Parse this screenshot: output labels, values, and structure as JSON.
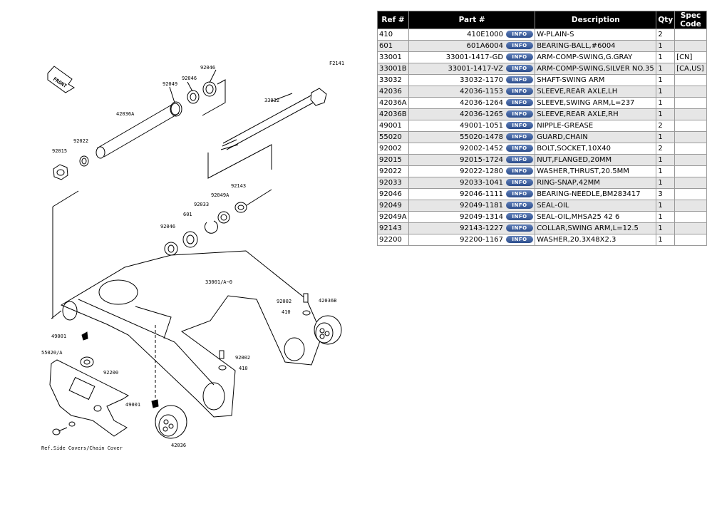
{
  "diagram": {
    "figure_code": "F2141",
    "front_label": "FRONT",
    "footer_note": "Ref.Side Covers/Chain Cover",
    "callouts": {
      "c92046_top": "92046",
      "c92049_top": "92049",
      "c92046_b": "92046",
      "c33032": "33032",
      "c42036A": "42036A",
      "c92022": "92022",
      "c92015": "92015",
      "c92143": "92143",
      "c92049A": "92049A",
      "c92033": "92033",
      "c601": "601",
      "c92046_mid": "92046",
      "c33001": "33001/A~0",
      "c92002_r": "92002",
      "c410_r": "410",
      "c42036B": "42036B",
      "c49001_l": "49001",
      "c55020": "55020/A",
      "c92200": "92200",
      "c92002_c": "92002",
      "c410_c": "410",
      "c49001_b": "49001",
      "c42036": "42036"
    }
  },
  "table": {
    "headers": {
      "ref": "Ref #",
      "part": "Part #",
      "desc": "Description",
      "qty": "Qty",
      "spec": "Spec Code"
    },
    "info_label": "INFO",
    "rows": [
      {
        "ref": "410",
        "part": "410E1000",
        "desc": "W-PLAIN-S",
        "qty": "2",
        "spec": ""
      },
      {
        "ref": "601",
        "part": "601A6004",
        "desc": "BEARING-BALL,#6004",
        "qty": "1",
        "spec": ""
      },
      {
        "ref": "33001",
        "part": "33001-1417-GD",
        "desc": "ARM-COMP-SWING,G.GRAY",
        "qty": "1",
        "spec": "[CN]"
      },
      {
        "ref": "33001B",
        "part": "33001-1417-VZ",
        "desc": "ARM-COMP-SWING,SILVER NO.35",
        "qty": "1",
        "spec": "[CA,US]"
      },
      {
        "ref": "33032",
        "part": "33032-1170",
        "desc": "SHAFT-SWING ARM",
        "qty": "1",
        "spec": ""
      },
      {
        "ref": "42036",
        "part": "42036-1153",
        "desc": "SLEEVE,REAR AXLE,LH",
        "qty": "1",
        "spec": ""
      },
      {
        "ref": "42036A",
        "part": "42036-1264",
        "desc": "SLEEVE,SWING ARM,L=237",
        "qty": "1",
        "spec": ""
      },
      {
        "ref": "42036B",
        "part": "42036-1265",
        "desc": "SLEEVE,REAR AXLE,RH",
        "qty": "1",
        "spec": ""
      },
      {
        "ref": "49001",
        "part": "49001-1051",
        "desc": "NIPPLE-GREASE",
        "qty": "2",
        "spec": ""
      },
      {
        "ref": "55020",
        "part": "55020-1478",
        "desc": "GUARD,CHAIN",
        "qty": "1",
        "spec": ""
      },
      {
        "ref": "92002",
        "part": "92002-1452",
        "desc": "BOLT,SOCKET,10X40",
        "qty": "2",
        "spec": ""
      },
      {
        "ref": "92015",
        "part": "92015-1724",
        "desc": "NUT,FLANGED,20MM",
        "qty": "1",
        "spec": ""
      },
      {
        "ref": "92022",
        "part": "92022-1280",
        "desc": "WASHER,THRUST,20.5MM",
        "qty": "1",
        "spec": ""
      },
      {
        "ref": "92033",
        "part": "92033-1041",
        "desc": "RING-SNAP,42MM",
        "qty": "1",
        "spec": ""
      },
      {
        "ref": "92046",
        "part": "92046-1111",
        "desc": "BEARING-NEEDLE,BM283417",
        "qty": "3",
        "spec": ""
      },
      {
        "ref": "92049",
        "part": "92049-1181",
        "desc": "SEAL-OIL",
        "qty": "1",
        "spec": ""
      },
      {
        "ref": "92049A",
        "part": "92049-1314",
        "desc": "SEAL-OIL,MHSA25 42 6",
        "qty": "1",
        "spec": ""
      },
      {
        "ref": "92143",
        "part": "92143-1227",
        "desc": "COLLAR,SWING ARM,L=12.5",
        "qty": "1",
        "spec": ""
      },
      {
        "ref": "92200",
        "part": "92200-1167",
        "desc": "WASHER,20.3X48X2.3",
        "qty": "1",
        "spec": ""
      }
    ]
  }
}
